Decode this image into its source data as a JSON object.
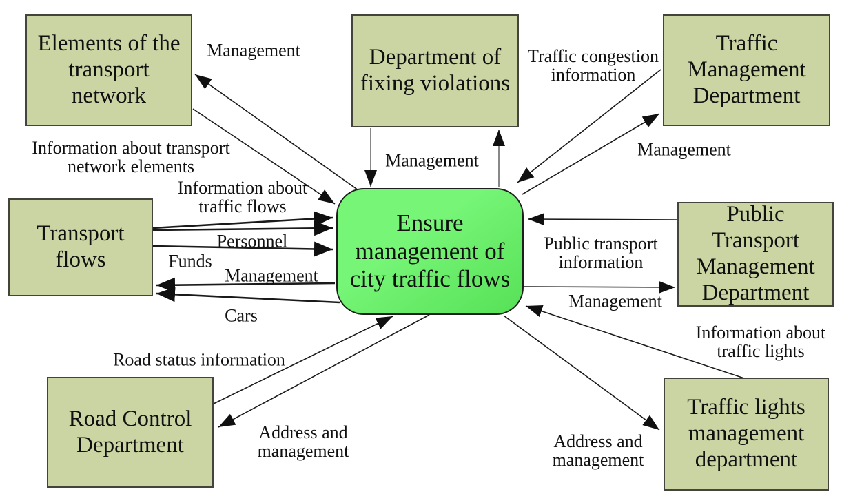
{
  "diagram": {
    "center_process": {
      "label": "Ensure\nmanagement of\ncity traffic flows"
    },
    "entities": {
      "elements_transport_network": {
        "label": "Elements of the\ntransport\nnetwork"
      },
      "fixing_violations": {
        "label": "Department of\nfixing violations"
      },
      "traffic_management": {
        "label": "Traffic\nManagement\nDepartment"
      },
      "transport_flows": {
        "label": "Transport\nflows"
      },
      "public_transport": {
        "label": "Public\nTransport\nManagement\nDepartment"
      },
      "road_control": {
        "label": "Road Control\nDepartment"
      },
      "traffic_lights": {
        "label": "Traffic lights\nmanagement\ndepartment"
      }
    },
    "flows": {
      "mgmt_elements": {
        "label": "Management"
      },
      "info_network_elements": {
        "label": "Information about transport\nnetwork elements"
      },
      "info_traffic_flows": {
        "label": "Information about\ntraffic flows"
      },
      "personnel": {
        "label": "Personnel"
      },
      "funds": {
        "label": "Funds"
      },
      "mgmt_transport_flows": {
        "label": "Management"
      },
      "cars": {
        "label": "Cars"
      },
      "mgmt_fixing_violations": {
        "label": "Management"
      },
      "traffic_congestion": {
        "label": "Traffic congestion\ninformation"
      },
      "mgmt_traffic_dept": {
        "label": "Management"
      },
      "public_transport_info": {
        "label": "Public transport\ninformation"
      },
      "mgmt_public_transport": {
        "label": "Management"
      },
      "info_traffic_lights": {
        "label": "Information about\ntraffic lights"
      },
      "road_status": {
        "label": "Road status information"
      },
      "addr_mgmt_road": {
        "label": "Address and\nmanagement"
      },
      "addr_mgmt_lights": {
        "label": "Address and\nmanagement"
      }
    },
    "colors": {
      "entity_fill": "#cbd5a3",
      "entity_border": "#44443c",
      "center_fill": "#76f576",
      "center_fill_dark": "#57e157",
      "center_border": "#1e1e1e",
      "connector": "#1a1a1a",
      "text": "#101010",
      "background": "#ffffff"
    }
  }
}
